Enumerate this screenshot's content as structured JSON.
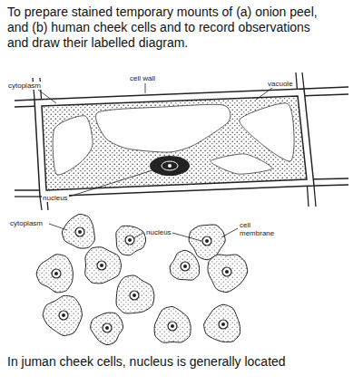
{
  "diagram": {
    "title": "To prepare stained temporary mounts of (a) onion peel, and (b) human cheek cells and to record observations and draw their labelled diagram.",
    "caption": "In juman cheek cells, nucleus is generally located",
    "labels": [
      "cytoplasm",
      "cell wall",
      "vacuole",
      "nucleus",
      "cytoplasm",
      "nucleus",
      "cell membrane"
    ]
  }
}
